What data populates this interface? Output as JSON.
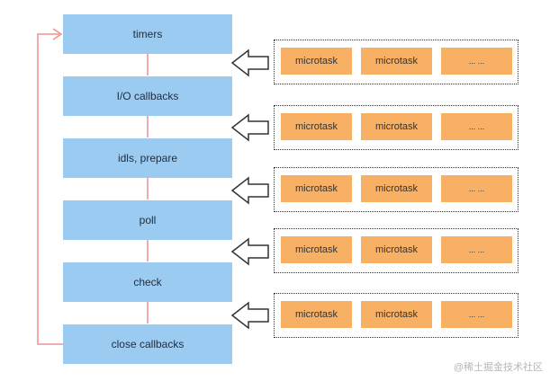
{
  "phases": [
    {
      "label": "timers"
    },
    {
      "label": "I/O callbacks"
    },
    {
      "label": "idls, prepare"
    },
    {
      "label": "poll"
    },
    {
      "label": "check"
    },
    {
      "label": "close callbacks"
    }
  ],
  "microtask_groups": [
    {
      "items": [
        "microtask",
        "microtask",
        "... ..."
      ]
    },
    {
      "items": [
        "microtask",
        "microtask",
        "... ..."
      ]
    },
    {
      "items": [
        "microtask",
        "microtask",
        "... ..."
      ]
    },
    {
      "items": [
        "microtask",
        "microtask",
        "... ..."
      ]
    },
    {
      "items": [
        "microtask",
        "microtask",
        "... ..."
      ]
    }
  ],
  "watermark": "@稀土掘金技术社区",
  "colors": {
    "phase_fill": "#9ccbf1",
    "microtask_fill": "#f7b064",
    "loop_line": "#ef8f8f",
    "arrow_stroke": "#333333"
  },
  "icons": {
    "loop_arrow": "loop-back-arrow-icon",
    "hollow_arrow": "hollow-left-arrow-icon"
  }
}
